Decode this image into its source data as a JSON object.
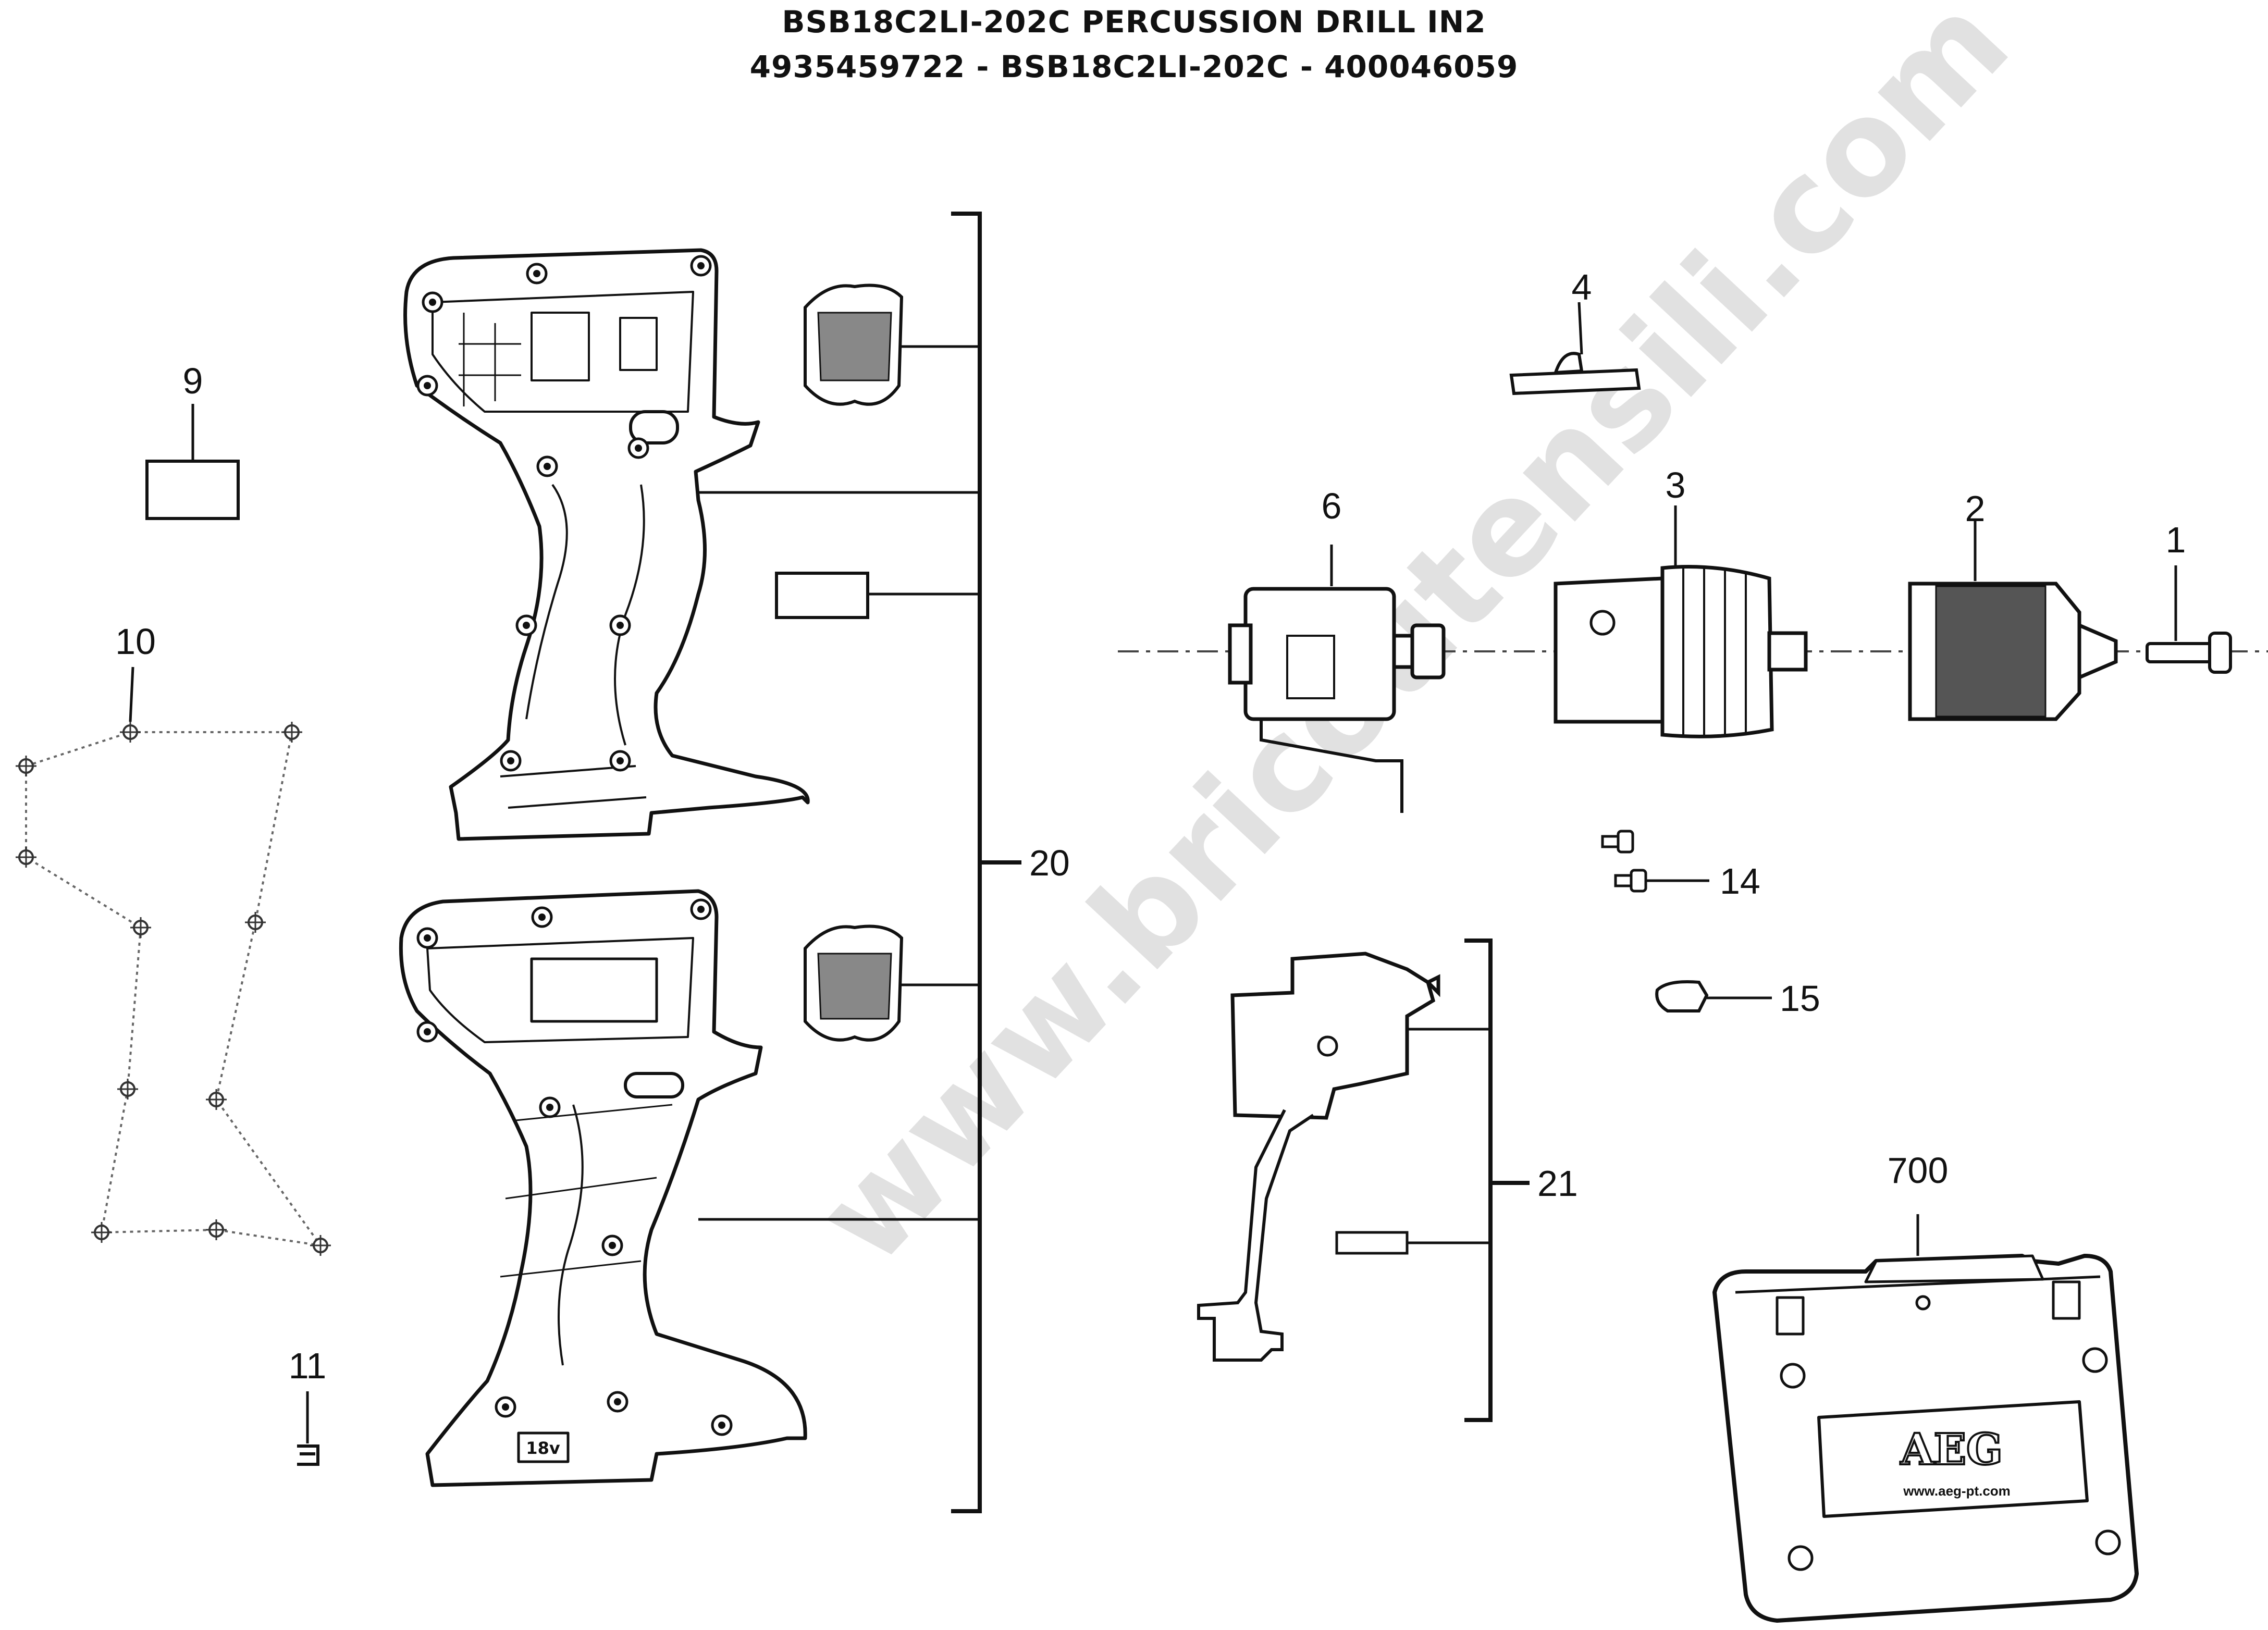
{
  "header": {
    "line1": "BSB18C2LI-202C PERCUSSION DRILL IN2",
    "line2": "4935459722 - BSB18C2LI-202C - 400046059"
  },
  "watermark": "www.bricoutensili.com",
  "callouts": {
    "p1": "1",
    "p2": "2",
    "p3": "3",
    "p4": "4",
    "p6": "6",
    "p9": "9",
    "p10": "10",
    "p11": "11",
    "p14": "14",
    "p15": "15",
    "p20": "20",
    "p21": "21",
    "p700": "700"
  },
  "case_logo": "AEG",
  "case_url": "www.aeg-pt.com",
  "housing_badge": "18v"
}
